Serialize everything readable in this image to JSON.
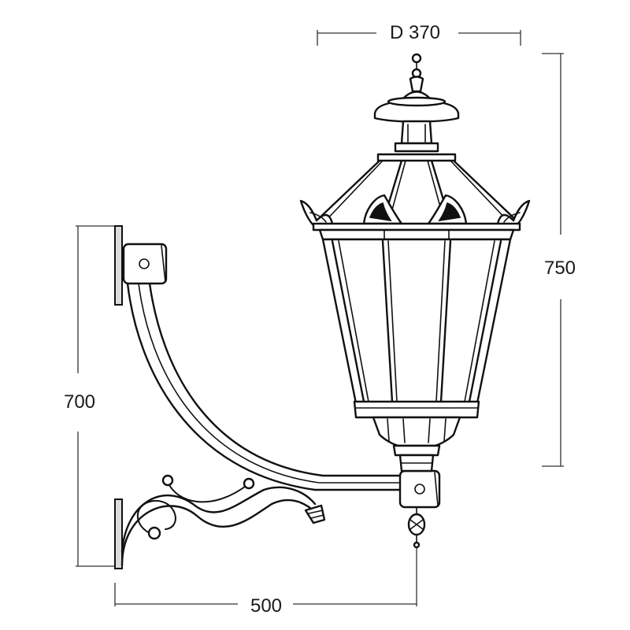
{
  "dimensions": {
    "diameter": "D 370",
    "lantern_height": "750",
    "bracket_height": "700",
    "bracket_projection": "500"
  },
  "colors": {
    "line": "#111111",
    "dimension_line": "#333333",
    "wall_plate": "#dcdcdc",
    "background": "#ffffff"
  }
}
